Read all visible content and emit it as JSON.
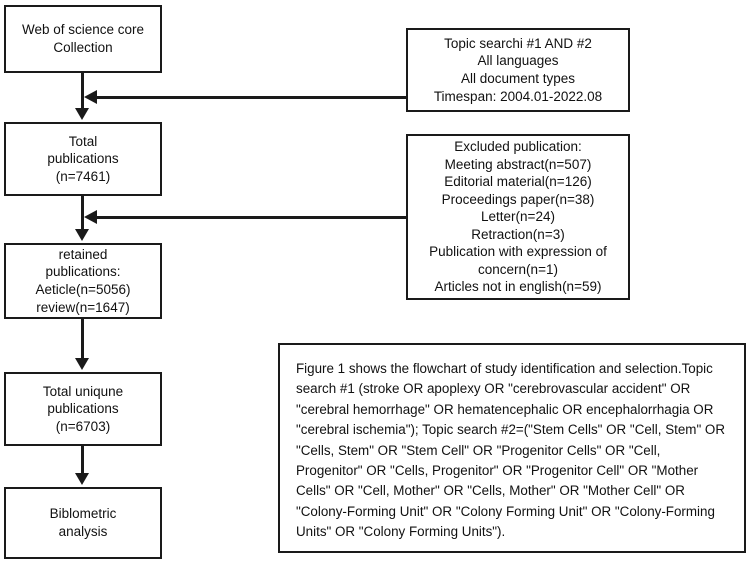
{
  "figure": {
    "type": "flowchart",
    "title": "Study identification and selection flowchart"
  },
  "flow_nodes": [
    {
      "id": "source",
      "label": "Web of science core\nCollection"
    },
    {
      "id": "total",
      "label": "Total\npublications\n(n=7461)"
    },
    {
      "id": "retained",
      "label": "retained\npublications:\nAeticle(n=5056)\nreview(n=1647)"
    },
    {
      "id": "unique",
      "label": "Total uniqune\npublications\n(n=6703)"
    },
    {
      "id": "biblio",
      "label": "Biblometric\nanalysis"
    }
  ],
  "annotation_nodes": [
    {
      "id": "topic",
      "label": "Topic searchi #1 AND #2\nAll languages\nAll document types\nTimespan: 2004.01-2022.08"
    },
    {
      "id": "excluded",
      "label": "Excluded publication:\nMeeting abstract(n=507)\nEditorial material(n=126)\nProceedings paper(n=38)\nLetter(n=24)\nRetraction(n=3)\nPublication with expression of\nconcern(n=1)\nArticles not in english(n=59)"
    }
  ],
  "caption_box": {
    "text": "Figure 1 shows the flowchart of study identification and selection.Topic search #1  (stroke OR apoplexy OR \"cerebrovascular accident\" OR \"cerebral hemorrhage\" OR hematencephalic OR encephalorrhagia OR \"cerebral ischemia\");  Topic search #2=(\"Stem Cells\" OR \"Cell, Stem\" OR \"Cells, Stem\" OR \"Stem Cell\" OR \"Progenitor Cells\" OR \"Cell, Progenitor\" OR \"Cells, Progenitor\" OR \"Progenitor Cell\" OR \"Mother Cells\" OR \"Cell, Mother\" OR \"Cells, Mother\" OR \"Mother Cell\" OR \"Colony-Forming Unit\" OR \"Colony Forming Unit\" OR \"Colony-Forming Units\" OR \"Colony Forming Units\")."
  },
  "colors": {
    "stroke": "#1a1a1a",
    "background": "#ffffff",
    "text": "#111111"
  }
}
